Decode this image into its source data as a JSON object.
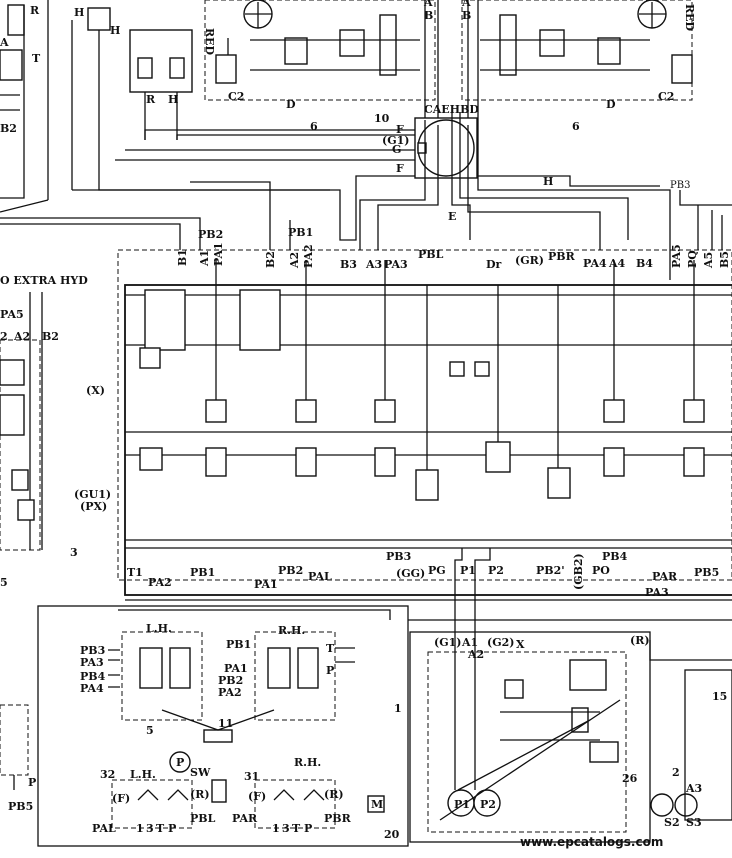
{
  "labels": {
    "r_top": "R",
    "h_top": "H",
    "a_left": "A",
    "t_left": "T",
    "b2_left": "B2",
    "r_mid": "R",
    "h_mid": "H",
    "red_l": "RED",
    "red_r": "RED",
    "a_tl": "A",
    "b_tl": "B",
    "a_tr": "A",
    "b_tr": "B",
    "c2_l": "C2",
    "c2_r": "C2",
    "d_l": "D",
    "d_r": "D",
    "six_l": "6",
    "six_r": "6",
    "ten": "10",
    "caebd": "CAEHBD",
    "f1": "F",
    "g1": "(G1)",
    "g2": "G",
    "f2": "F",
    "h_line": "H",
    "e_line": "E",
    "pb3_top": "PB3",
    "pb2": "PB2",
    "pb1": "PB1",
    "b1": "B1",
    "a1": "A1",
    "pa1": "PA1",
    "b2": "B2",
    "a2": "A2",
    "pa2": "PA2",
    "b3": "B3",
    "a3": "A3",
    "pa3": "PA3",
    "pbl": "PBL",
    "dr": "Dr",
    "gr": "(GR)",
    "pbr": "PBR",
    "pa4": "PA4",
    "a4": "A4",
    "b4": "B4",
    "pa5": "PA5",
    "pq": "PQ",
    "a5": "A5",
    "b5": "B5",
    "extra_hyd": "O EXTRA HYD",
    "pa5_l": "PA5",
    "a2_l": "A2",
    "b2_l": "B2",
    "two_l": "2",
    "x": "(X)",
    "gu1": "(GU1)",
    "px": "(PX)",
    "three": "3",
    "pb3_b": "PB3",
    "gg": "(GG)",
    "pg": "PG",
    "p1": "P1",
    "p2": "P2",
    "pb2p": "PB2'",
    "gb2": "(GB2)",
    "po": "PO",
    "pb4": "PB4",
    "t1": "T1",
    "pa2_b": "PA2",
    "pb1_b": "PB1",
    "pb2_b": "PB2",
    "pa1_b": "PA1",
    "pal": "PAL",
    "par": "PAR",
    "pb5": "PB5",
    "pa3_b": "PA3",
    "five_l": "5",
    "lh": "L.H.",
    "rh": "R.H.",
    "pb3_g": "PB3",
    "pa3_g": "PA3",
    "pb4_g": "PB4",
    "pa4_g": "PA4",
    "pb1_g": "PB1",
    "pa1_g": "PA1",
    "pb2_g": "PB2",
    "pa2_g": "PA2",
    "t_g": "T",
    "p_g": "P",
    "five_g": "5",
    "eleven": "11",
    "p_circle": "P",
    "sw": "SW",
    "thirtytwo": "32",
    "thirtyone": "31",
    "lh2": "L.H.",
    "rh2": "R.H.",
    "f_a": "(F)",
    "r_a": "(R)",
    "f_b": "(F)",
    "r_b": "(R)",
    "pal_b": "PAL",
    "pbl_b": "PBL",
    "par_b": "PAR",
    "pbr_b": "PBR",
    "one_t": "1",
    "three_t": "3",
    "t_t": "T",
    "p_t": "P",
    "one_t2": "1",
    "three_t2": "3",
    "t_t2": "T",
    "p_t2": "P",
    "pb5_bl": "PB5",
    "p_bl": "P",
    "a1_pump": "A1",
    "a2_pump": "A2",
    "g2_": "(G2)",
    "x_pump": "X",
    "r_pump": "(R)",
    "one": "1",
    "m": "M",
    "twenty": "20",
    "p1_pump": "P1",
    "p2_pump": "P2",
    "twentysix": "26",
    "two_pump": "2",
    "a3_pump": "A3",
    "s2": "S2",
    "s3": "S3",
    "fifteen": "15",
    "watermark": "www.epcatalogs.com"
  }
}
